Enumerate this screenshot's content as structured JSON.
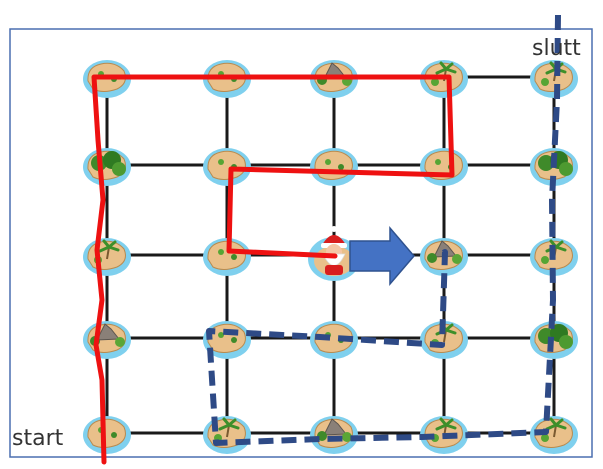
{
  "labels": {
    "start": "start",
    "end": "slutt"
  },
  "grid": {
    "rows": 5,
    "cols": 5,
    "start_cell": [
      4,
      0
    ],
    "end_cell": [
      0,
      4
    ],
    "santa_cell": [
      2,
      2
    ]
  },
  "islands": [
    {
      "row": 0,
      "col": 0,
      "style": "sand"
    },
    {
      "row": 0,
      "col": 1,
      "style": "sand"
    },
    {
      "row": 0,
      "col": 2,
      "style": "rocky"
    },
    {
      "row": 0,
      "col": 3,
      "style": "palms"
    },
    {
      "row": 0,
      "col": 4,
      "style": "palms"
    },
    {
      "row": 1,
      "col": 0,
      "style": "jungle"
    },
    {
      "row": 1,
      "col": 1,
      "style": "sand"
    },
    {
      "row": 1,
      "col": 2,
      "style": "sand"
    },
    {
      "row": 1,
      "col": 3,
      "style": "sand"
    },
    {
      "row": 1,
      "col": 4,
      "style": "jungle"
    },
    {
      "row": 2,
      "col": 0,
      "style": "palms"
    },
    {
      "row": 2,
      "col": 1,
      "style": "sand"
    },
    {
      "row": 2,
      "col": 2,
      "style": "santa"
    },
    {
      "row": 2,
      "col": 3,
      "style": "rocky"
    },
    {
      "row": 2,
      "col": 4,
      "style": "palms"
    },
    {
      "row": 3,
      "col": 0,
      "style": "rocky"
    },
    {
      "row": 3,
      "col": 1,
      "style": "sand"
    },
    {
      "row": 3,
      "col": 2,
      "style": "sand"
    },
    {
      "row": 3,
      "col": 3,
      "style": "palms"
    },
    {
      "row": 3,
      "col": 4,
      "style": "jungle"
    },
    {
      "row": 4,
      "col": 0,
      "style": "sand"
    },
    {
      "row": 4,
      "col": 1,
      "style": "palms"
    },
    {
      "row": 4,
      "col": 2,
      "style": "rocky"
    },
    {
      "row": 4,
      "col": 3,
      "style": "palms"
    },
    {
      "row": 4,
      "col": 4,
      "style": "palms"
    }
  ],
  "paths": {
    "red_route": {
      "color": "#ee1111",
      "style": "solid"
    },
    "blue_route": {
      "color": "#2e4a86",
      "style": "dashed"
    }
  },
  "arrow": {
    "color": "#4472c4",
    "direction": "right"
  },
  "colors": {
    "frame": "#4a6fb0",
    "grid_line": "#1a1a1a",
    "water": "#7fd0ee",
    "sand": "#e9c08a",
    "foliage": "#3f8a2a"
  }
}
